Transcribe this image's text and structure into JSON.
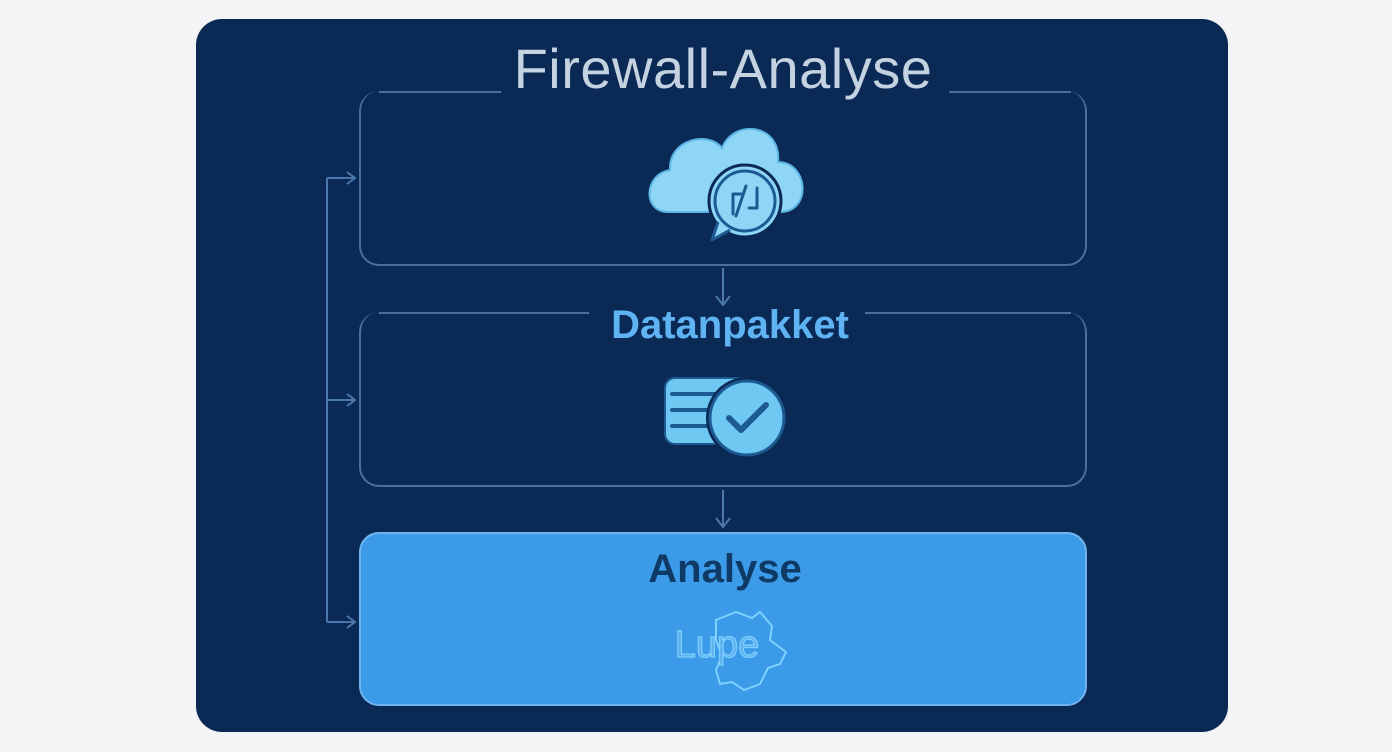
{
  "diagram": {
    "title": "Firewall-Analyse",
    "stage_top": {
      "icon": "cloud-network-icon"
    },
    "stage_middle": {
      "label": "Datanpakket",
      "icon": "data-packet-check-icon"
    },
    "stage_bottom": {
      "label": "Analyse",
      "icon_label": "Lupe",
      "icon": "magnifier-shape-icon"
    }
  },
  "colors": {
    "background": "#f3f4f6",
    "panel": "#0a2a55",
    "outline": "#4a6f9b",
    "accent_light": "#8fd6f6",
    "accent": "#3b9be8",
    "title": "#c4d2e1"
  }
}
